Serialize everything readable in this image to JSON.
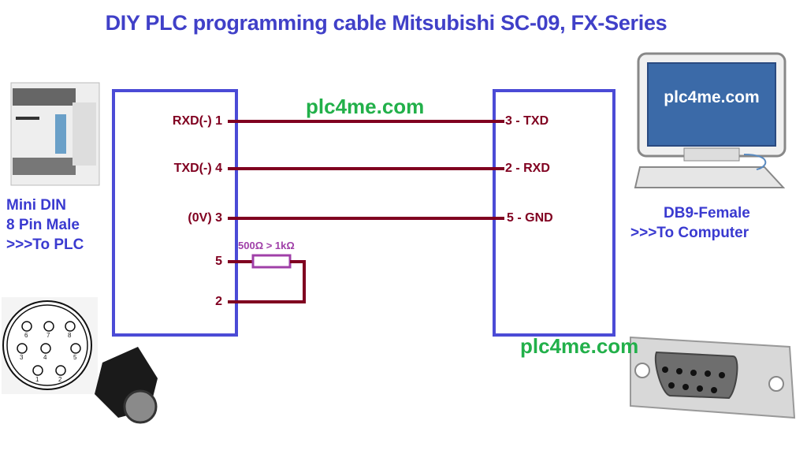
{
  "title": "DIY PLC programming cable Mitsubishi SC-09, FX-Series",
  "colors": {
    "title": "#4040c8",
    "box_border": "#4b4bd6",
    "wire": "#800020",
    "resistor": "#a040a8",
    "watermark": "#22b04a"
  },
  "left": {
    "device_image": "mitsubishi-fx-plc",
    "label_lines": [
      "Mini DIN",
      "8 Pin Male",
      ">>>To PLC"
    ],
    "connector_image": "mini-din-8-connector",
    "connector_pins": [
      "6",
      "7",
      "8",
      "3",
      "4",
      "5",
      "1",
      "2"
    ],
    "pins": [
      {
        "label": "RXD(-) 1"
      },
      {
        "label": "TXD(-) 4"
      },
      {
        "label": "(0V) 3"
      },
      {
        "label": "5"
      },
      {
        "label": "2"
      }
    ]
  },
  "right": {
    "device_image": "desktop-computer",
    "screen_text": "plc4me.com",
    "label_lines": [
      "DB9-Female",
      ">>>To Computer"
    ],
    "connector_image": "db9-female-connector",
    "pins": [
      {
        "label": "3 - TXD"
      },
      {
        "label": "2 - RXD"
      },
      {
        "label": "5 - GND"
      }
    ]
  },
  "connections": [
    {
      "from": "RXD(-) 1",
      "to": "3 - TXD"
    },
    {
      "from": "TXD(-) 4",
      "to": "2 - RXD"
    },
    {
      "from": "(0V) 3",
      "to": "5 - GND"
    },
    {
      "from": "5",
      "to": "2",
      "via": "resistor"
    }
  ],
  "resistor": {
    "label": "500Ω > 1kΩ"
  },
  "watermarks": [
    "plc4me.com",
    "plc4me.com"
  ]
}
